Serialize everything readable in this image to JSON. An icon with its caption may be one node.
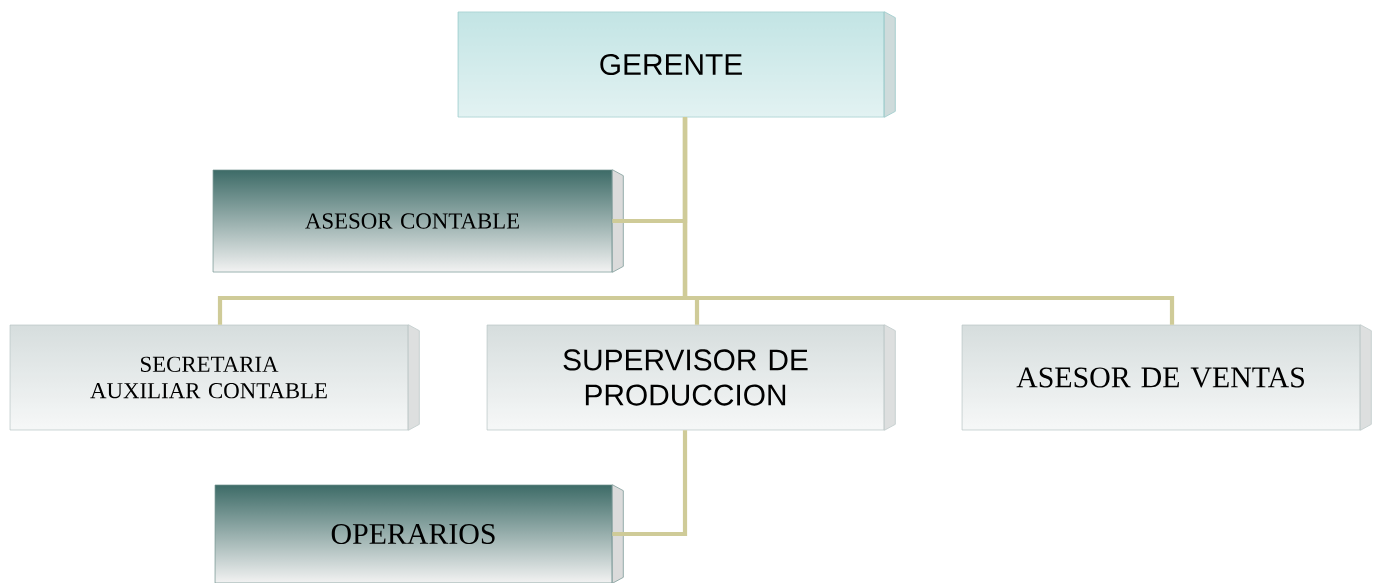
{
  "diagram": {
    "nodes": [
      {
        "text": [
          "GERENTE"
        ]
      },
      {
        "text": [
          "ASESOR CONTABLE"
        ]
      },
      {
        "text": [
          "SECRETARIA AUXILIAR CONTABLE"
        ]
      },
      {
        "text": [
          "SUPERVISOR DE PRODUCCION"
        ]
      },
      {
        "text": [
          "ASESOR DE VENTAS"
        ]
      },
      {
        "text": [
          "OPERARIOS"
        ]
      }
    ],
    "edges": [
      {
        "from": 0,
        "to": 1,
        "arrow": "none"
      },
      {
        "from": 0,
        "to": 2,
        "arrow": "none"
      },
      {
        "from": 0,
        "to": 3,
        "arrow": "none"
      },
      {
        "from": 0,
        "to": 4,
        "arrow": "none"
      },
      {
        "from": 3,
        "to": 5,
        "arrow": "none"
      }
    ]
  }
}
